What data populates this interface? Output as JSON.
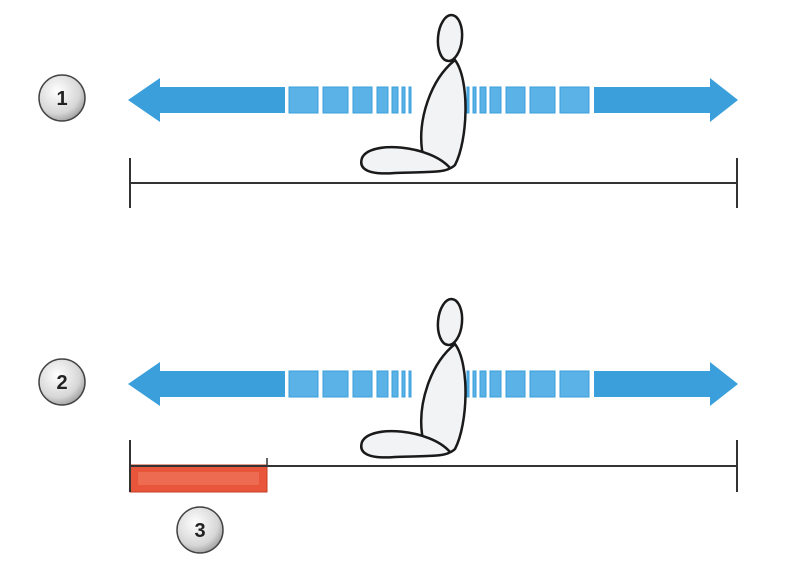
{
  "callouts": [
    "1",
    "2",
    "3"
  ],
  "colors": {
    "arrow": "#3b9fdc",
    "arrow_segment": "#5ab2e6",
    "range_bar": "#e8553a",
    "line": "#333333"
  }
}
